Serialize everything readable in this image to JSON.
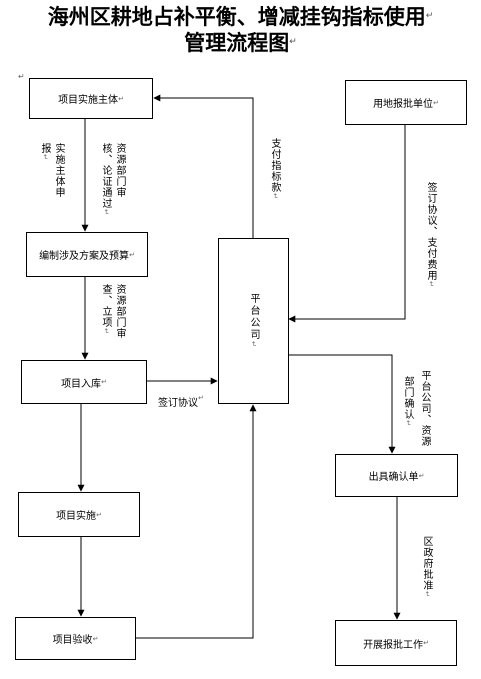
{
  "title": {
    "line1": "海州区耕地占补平衡、增减挂钩指标使用",
    "line2": "管理流程图"
  },
  "para_mark": "↵",
  "boxes": {
    "project_entity": "项目实施主体",
    "land_unit": "用地报批单位",
    "compile_plan": "编制涉及方案及预算",
    "platform_company": "平台公司",
    "project_library": "项目入库",
    "confirmation_form": "出具确认单",
    "project_implementation": "项目实施",
    "acceptance": "项目验收",
    "approval_work": "开展报批工作"
  },
  "labels": {
    "report_col1": "报",
    "report_col2": "实施主体申",
    "review_col1": "核、论证通过",
    "review_col2": "资源部门审",
    "pay_indicator": "支付指标款",
    "sign_agreement_fee": "签订协议、支付费用",
    "check_col1": "查、立项",
    "check_col2": "资源部门审",
    "sign_agreement": "签订协议",
    "dept_confirm_col1": "部门确认",
    "dept_confirm_col2": "平台公司、资源",
    "district_approval": "区政府批准"
  }
}
